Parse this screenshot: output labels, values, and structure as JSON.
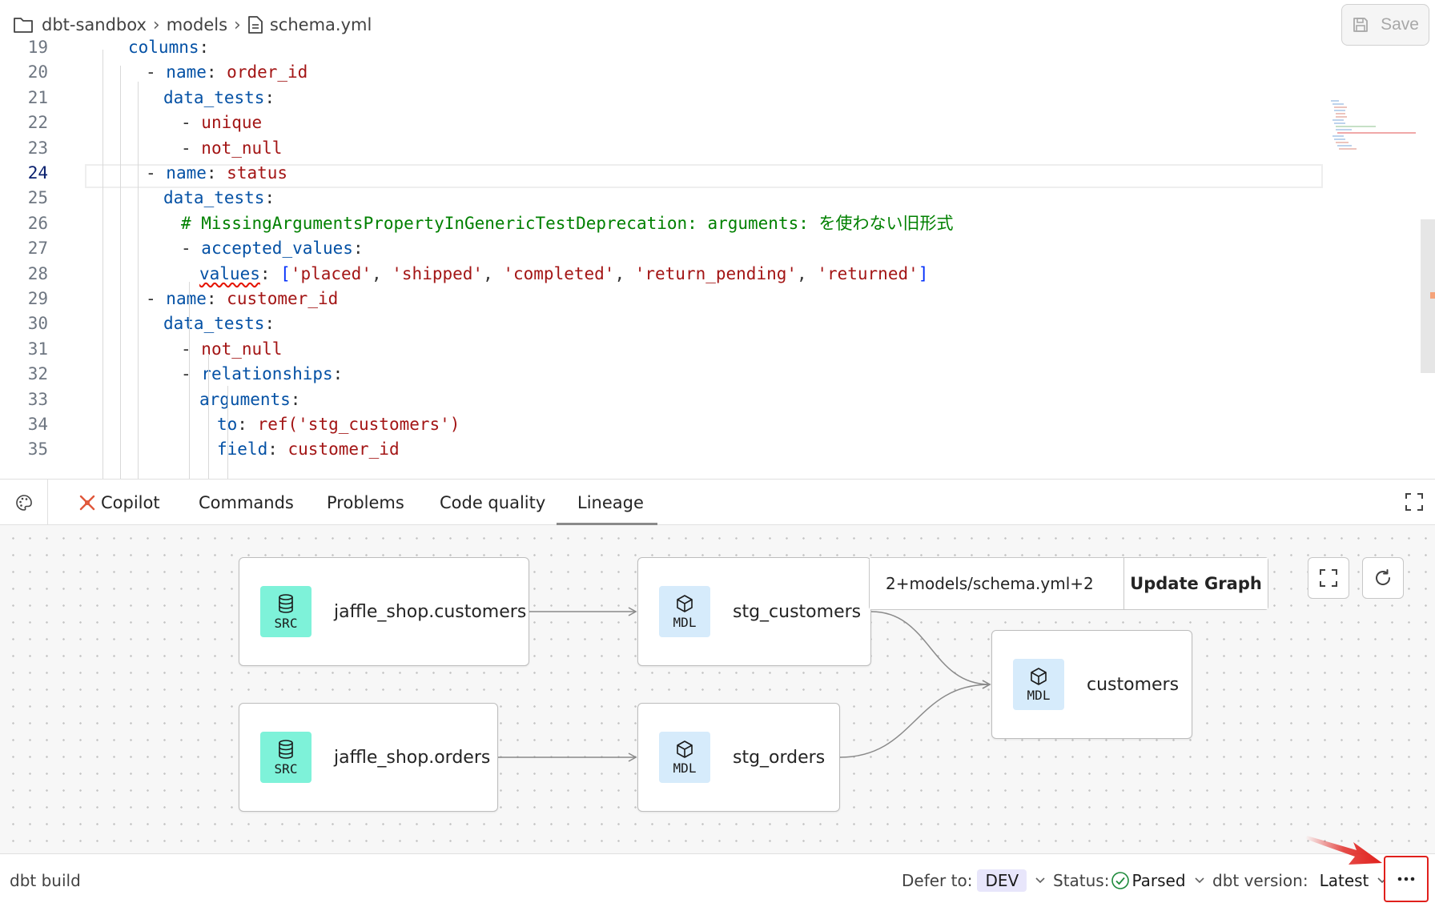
{
  "breadcrumb": {
    "root": "dbt-sandbox",
    "folder": "models",
    "file": "schema.yml"
  },
  "toolbar": {
    "save_label": "Save"
  },
  "editor": {
    "lines": [
      {
        "n": "19",
        "tokens": [
          [
            "k",
            "columns"
          ],
          [
            "p",
            ":"
          ]
        ]
      },
      {
        "n": "20",
        "tokens": [
          [
            "p",
            "- "
          ],
          [
            "k",
            "name"
          ],
          [
            "p",
            ": "
          ],
          [
            "v",
            "order_id"
          ]
        ]
      },
      {
        "n": "21",
        "tokens": [
          [
            "k",
            "data_tests"
          ],
          [
            "p",
            ":"
          ]
        ]
      },
      {
        "n": "22",
        "tokens": [
          [
            "p",
            "- "
          ],
          [
            "v",
            "unique"
          ]
        ]
      },
      {
        "n": "23",
        "tokens": [
          [
            "p",
            "- "
          ],
          [
            "v",
            "not_null"
          ]
        ]
      },
      {
        "n": "24",
        "tokens": [
          [
            "p",
            "- "
          ],
          [
            "k",
            "name"
          ],
          [
            "p",
            ": "
          ],
          [
            "v",
            "status"
          ]
        ]
      },
      {
        "n": "25",
        "tokens": [
          [
            "k",
            "data_tests"
          ],
          [
            "p",
            ":"
          ]
        ]
      },
      {
        "n": "26",
        "tokens": [
          [
            "c",
            "# MissingArgumentsPropertyInGenericTestDeprecation: arguments: を使わない旧形式"
          ]
        ]
      },
      {
        "n": "27",
        "tokens": [
          [
            "p",
            "- "
          ],
          [
            "k",
            "accepted_values"
          ],
          [
            "p",
            ":"
          ]
        ]
      },
      {
        "n": "28",
        "tokens": [
          [
            "kq",
            "values"
          ],
          [
            "p",
            ": "
          ],
          [
            "br",
            "["
          ],
          [
            "v",
            "'placed'"
          ],
          [
            "p",
            ", "
          ],
          [
            "v",
            "'shipped'"
          ],
          [
            "p",
            ", "
          ],
          [
            "v",
            "'completed'"
          ],
          [
            "p",
            ", "
          ],
          [
            "v",
            "'return_pending'"
          ],
          [
            "p",
            ", "
          ],
          [
            "v",
            "'returned'"
          ],
          [
            "br",
            "]"
          ]
        ]
      },
      {
        "n": "29",
        "tokens": [
          [
            "p",
            "- "
          ],
          [
            "k",
            "name"
          ],
          [
            "p",
            ": "
          ],
          [
            "v",
            "customer_id"
          ]
        ]
      },
      {
        "n": "30",
        "tokens": [
          [
            "k",
            "data_tests"
          ],
          [
            "p",
            ":"
          ]
        ]
      },
      {
        "n": "31",
        "tokens": [
          [
            "p",
            "- "
          ],
          [
            "v",
            "not_null"
          ]
        ]
      },
      {
        "n": "32",
        "tokens": [
          [
            "p",
            "- "
          ],
          [
            "k",
            "relationships"
          ],
          [
            "p",
            ":"
          ]
        ]
      },
      {
        "n": "33",
        "tokens": [
          [
            "k",
            "arguments"
          ],
          [
            "p",
            ":"
          ]
        ]
      },
      {
        "n": "34",
        "tokens": [
          [
            "k",
            "to"
          ],
          [
            "p",
            ": "
          ],
          [
            "v",
            "ref('stg_customers')"
          ]
        ]
      },
      {
        "n": "35",
        "tokens": [
          [
            "k",
            "field"
          ],
          [
            "p",
            ": "
          ],
          [
            "v",
            "customer_id"
          ]
        ]
      }
    ],
    "active_line": "24"
  },
  "panel": {
    "tabs": [
      "Copilot",
      "Commands",
      "Problems",
      "Code quality",
      "Lineage"
    ],
    "active_tab": "Lineage"
  },
  "lineage": {
    "nodes": [
      {
        "id": "src_customers",
        "kind": "SRC",
        "label": "jaffle_shop.customers"
      },
      {
        "id": "stg_customers",
        "kind": "MDL",
        "label": "stg_customers"
      },
      {
        "id": "src_orders",
        "kind": "SRC",
        "label": "jaffle_shop.orders"
      },
      {
        "id": "stg_orders",
        "kind": "MDL",
        "label": "stg_orders"
      },
      {
        "id": "customers",
        "kind": "MDL",
        "label": "customers"
      }
    ],
    "edges": [
      [
        "src_customers",
        "stg_customers"
      ],
      [
        "src_orders",
        "stg_orders"
      ],
      [
        "stg_customers",
        "customers"
      ],
      [
        "stg_orders",
        "customers"
      ]
    ],
    "selector_value": "2+models/schema.yml+2",
    "update_label": "Update Graph"
  },
  "statusbar": {
    "command": "dbt build",
    "defer_label": "Defer to:",
    "defer_value": "DEV",
    "status_label": "Status:",
    "status_value": "Parsed",
    "version_label": "dbt version:",
    "version_value": "Latest"
  },
  "colors": {
    "src_badge": "#7ef2d9",
    "mdl_badge": "#d6ebfb",
    "highlight": "#e0201c",
    "parsed": "#1e8a3c"
  }
}
